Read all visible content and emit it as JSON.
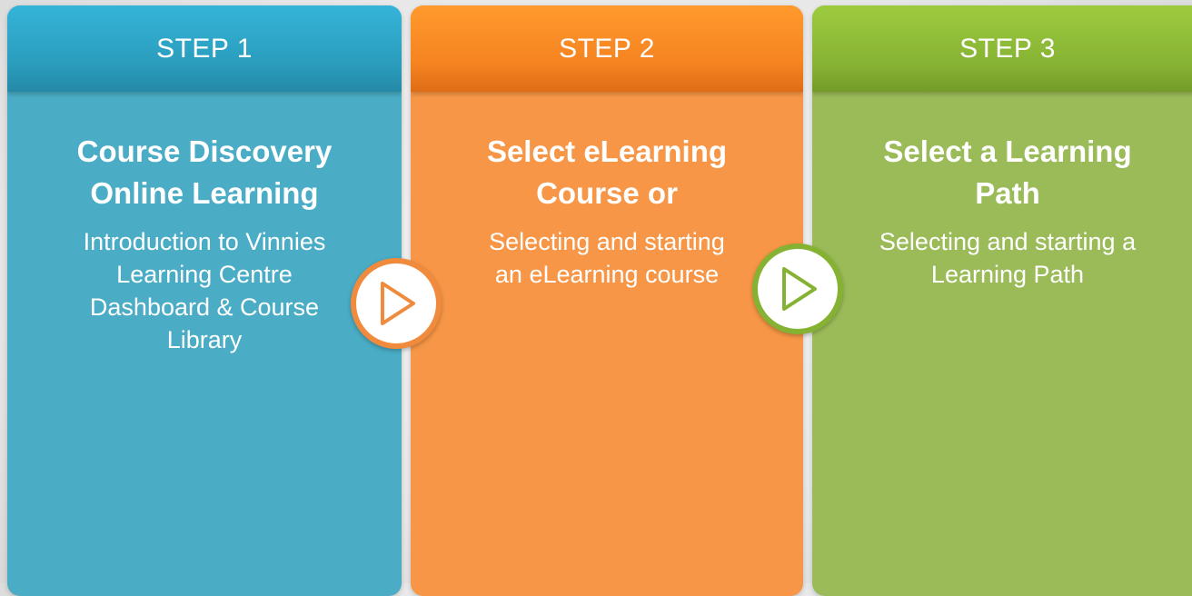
{
  "steps": [
    {
      "header": "STEP 1",
      "title_line1": "Course Discovery",
      "title_line2": "Online Learning",
      "desc": "Introduction to Vinnies Learning Centre Dashboard & Course Library",
      "color": "#4aacc5",
      "header_color": "#2a9cbc"
    },
    {
      "header": "STEP 2",
      "title_line1": "Select eLearning",
      "title_line2": "Course or",
      "desc": "Selecting and starting an eLearning course",
      "color": "#f79646",
      "header_color": "#f58220"
    },
    {
      "header": "STEP 3",
      "title_line1": "Select a Learning",
      "title_line2": "Path",
      "desc": "Selecting and starting a Learning Path",
      "color": "#9bbb59",
      "header_color": "#86b233"
    }
  ],
  "arrows": [
    {
      "icon": "play-icon",
      "color": "#f08a3c"
    },
    {
      "icon": "play-icon",
      "color": "#86b233"
    }
  ]
}
